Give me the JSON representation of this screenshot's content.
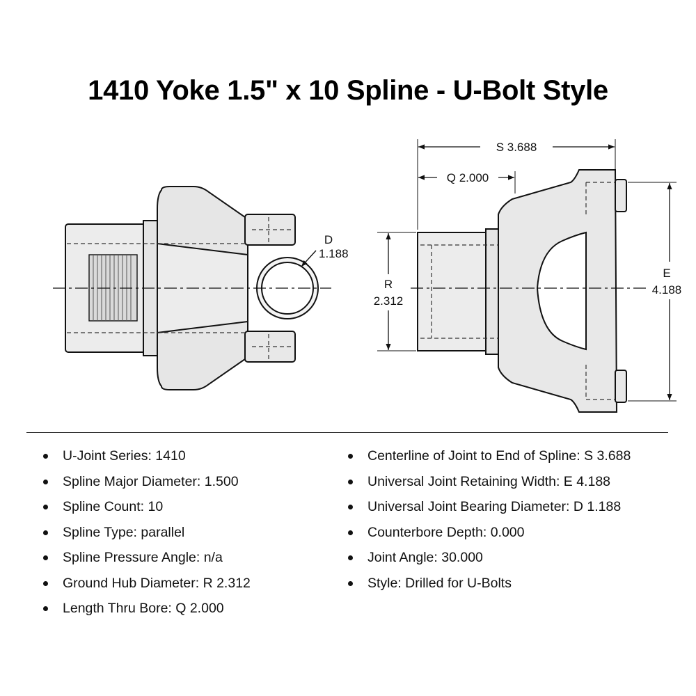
{
  "title": "1410 Yoke 1.5\" x 10 Spline - U-Bolt Style",
  "drawing": {
    "label_d": "D",
    "label_d_value": "1.188",
    "label_s": "S 3.688",
    "label_q": "Q 2.000",
    "label_r": "R",
    "label_r_value": "2.312",
    "label_e": "E",
    "label_e_value": "4.188"
  },
  "specs_left": [
    "U-Joint Series: 1410",
    "Spline Major Diameter: 1.500",
    "Spline Count: 10",
    "Spline Type: parallel",
    "Spline Pressure Angle: n/a",
    "Ground Hub Diameter: R 2.312",
    "Length Thru Bore: Q 2.000"
  ],
  "specs_right": [
    "Centerline of Joint to End of Spline: S 3.688",
    "Universal Joint Retaining Width: E 4.188",
    "Universal Joint Bearing Diameter: D 1.188",
    "Counterbore Depth: 0.000",
    "Joint Angle: 30.000",
    "Style: Drilled for U-Bolts"
  ]
}
